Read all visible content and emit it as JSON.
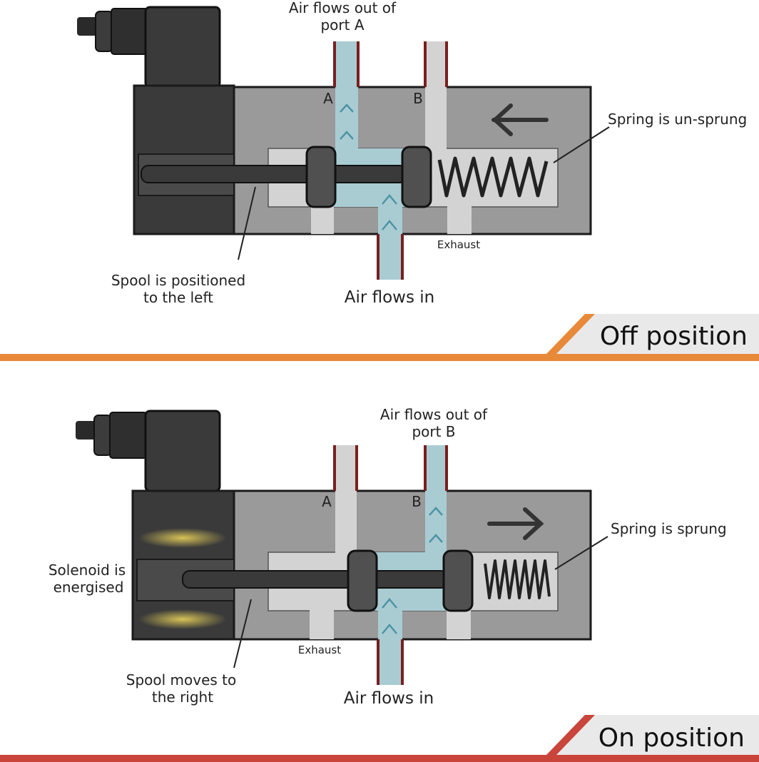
{
  "off_panel": {
    "port_a": "A",
    "port_b": "B",
    "outlet_line1": "Air flows out of",
    "outlet_line2": "port A",
    "spring_label": "Spring is un-sprung",
    "exhaust": "Exhaust",
    "spool_line1": "Spool is positioned",
    "spool_line2": "to the left",
    "air_in": "Air flows in",
    "banner": "Off position",
    "arrow_direction": "left"
  },
  "on_panel": {
    "port_a": "A",
    "port_b": "B",
    "outlet_line1": "Air flows out of",
    "outlet_line2": "port B",
    "spring_label": "Spring is sprung",
    "exhaust": "Exhaust",
    "solenoid_line1": "Solenoid is",
    "solenoid_line2": "energised",
    "spool_line1": "Spool moves to",
    "spool_line2": "the right",
    "air_in": "Air flows in",
    "banner": "On position",
    "arrow_direction": "right"
  },
  "colors": {
    "body": "#9a9a9a",
    "bore": "#d3d3d3",
    "solenoid": "#3a3a3a",
    "air": "#a9ccd3",
    "pipe_wall": "#7a1f1f",
    "off_banner_accent": "#e8893a",
    "on_banner_accent": "#c9443a",
    "banner_bg": "#e9e9e9"
  }
}
